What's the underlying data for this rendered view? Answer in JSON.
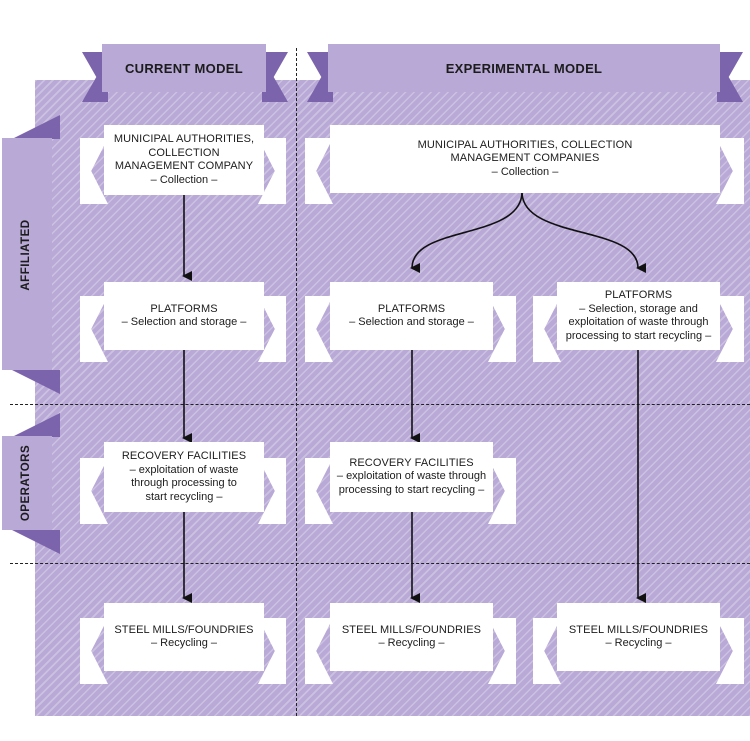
{
  "headers": {
    "current": "CURRENT MODEL",
    "experimental": "EXPERIMENTAL MODEL"
  },
  "side": {
    "affiliated": "AFFILIATED",
    "operators": "OPERATORS"
  },
  "colors": {
    "background": "#b8a9d6",
    "accent_dark": "#7c64ac",
    "box": "#ffffff",
    "line": "#222222"
  },
  "boxes": {
    "current_collection": {
      "title": "MUNICIPAL AUTHORITIES, COLLECTION MANAGEMENT COMPANY",
      "sub": "– Collection –"
    },
    "exp_collection": {
      "title": "MUNICIPAL AUTHORITIES, COLLECTION MANAGEMENT COMPANIES",
      "sub": "– Collection –"
    },
    "current_platforms": {
      "title": "PLATFORMS",
      "sub": "– Selection and storage –"
    },
    "exp_platforms_1": {
      "title": "PLATFORMS",
      "sub": "– Selection and storage –"
    },
    "exp_platforms_2": {
      "title": "PLATFORMS",
      "sub": "– Selection, storage and exploitation of waste through processing to start recycling –"
    },
    "current_recovery": {
      "title": "RECOVERY FACILITIES",
      "sub": "– exploitation of waste through processing to start recycling –"
    },
    "exp_recovery": {
      "title": "RECOVERY FACILITIES",
      "sub": "– exploitation of waste through processing to start recycling –"
    },
    "current_steel": {
      "title": "STEEL MILLS/FOUNDRIES",
      "sub": "– Recycling –"
    },
    "exp_steel_1": {
      "title": "STEEL MILLS/FOUNDRIES",
      "sub": "– Recycling –"
    },
    "exp_steel_2": {
      "title": "STEEL MILLS/FOUNDRIES",
      "sub": "– Recycling –"
    }
  }
}
